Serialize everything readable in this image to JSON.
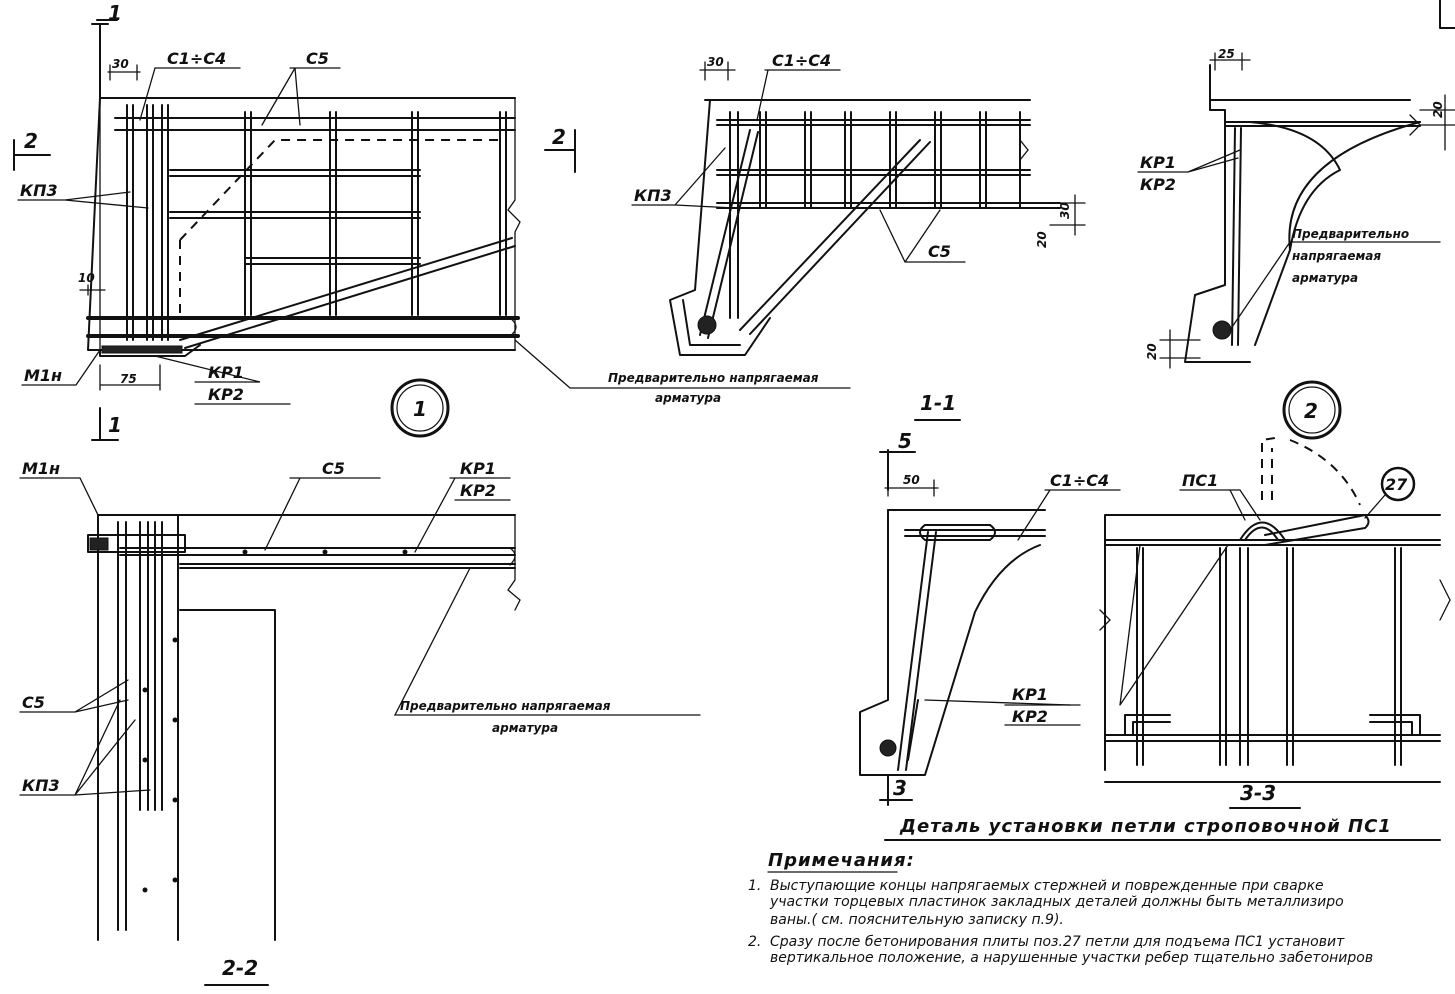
{
  "sections": {
    "s1_mark_top": "1",
    "s1_mark_bottom": "1",
    "s2_mark_left": "2",
    "s2_mark_right": "2",
    "s5_mark": "5",
    "s3_mark": "3",
    "view_11": "1-1",
    "view_22": "2-2",
    "view_33": "3-3"
  },
  "callouts": {
    "circle_1": "1",
    "circle_2": "2",
    "circle_27": "27"
  },
  "labels": {
    "c1c4": "C1÷C4",
    "c5": "C5",
    "kp3": "КП3",
    "kr1": "КР1",
    "kr2": "КР2",
    "m1n": "М1н",
    "ps1": "ПС1",
    "prestressed_line1": "Предварительно напрягаемая",
    "prestressed_line2": "арматура",
    "prestressed_2_line1": "Предварительно",
    "prestressed_2_line2": "напрягаемая",
    "prestressed_2_line3": "арматура"
  },
  "dimensions": {
    "d30": "30",
    "d30b": "30",
    "d10": "10",
    "d75": "75",
    "d25": "25",
    "d20a": "20",
    "d20b": "20",
    "d20c": "20",
    "d30c": "30",
    "d50": "50"
  },
  "detail_title": "Деталь установки петли строповочной ПС1",
  "notes": {
    "heading": "Примечания:",
    "n1_num": "1.",
    "n1_l1": "Выступающие концы напрягаемых стержней и поврежденные при сварке",
    "n1_l2": "участки торцевых пластинок закладных деталей должны быть металлизиро",
    "n1_l3": "ваны.( см. пояснительную записку п.9).",
    "n2_num": "2.",
    "n2_l1": "Сразу после бетонирования плиты поз.27 петли для подъема ПС1 установит",
    "n2_l2": "вертикальное положение, а нарушенные участки ребер тщательно забетониров"
  }
}
